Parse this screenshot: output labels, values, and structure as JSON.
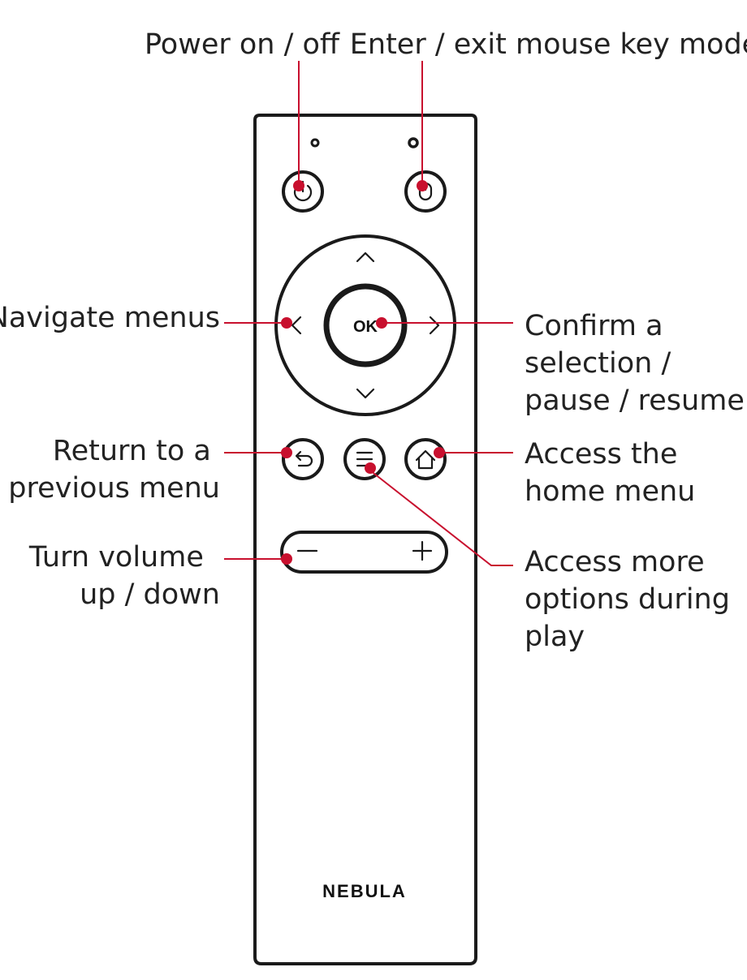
{
  "remote": {
    "brand": "NEBULA",
    "ok_label": "OK"
  },
  "callouts": {
    "power": [
      "Power on / off"
    ],
    "mouse": [
      "Enter / exit mouse key mode"
    ],
    "navigate": [
      "Navigate menus"
    ],
    "confirm": [
      "Confirm a",
      "selection /",
      "pause / resume"
    ],
    "back": [
      "Return to a",
      "previous menu"
    ],
    "home": [
      "Access the",
      "home menu"
    ],
    "volume": [
      "Turn volume",
      "up / down"
    ],
    "options": [
      "Access more",
      "options during",
      "play"
    ]
  },
  "colors": {
    "leader": "#c8102e",
    "outline": "#1a1a1a",
    "text": "#222222"
  }
}
